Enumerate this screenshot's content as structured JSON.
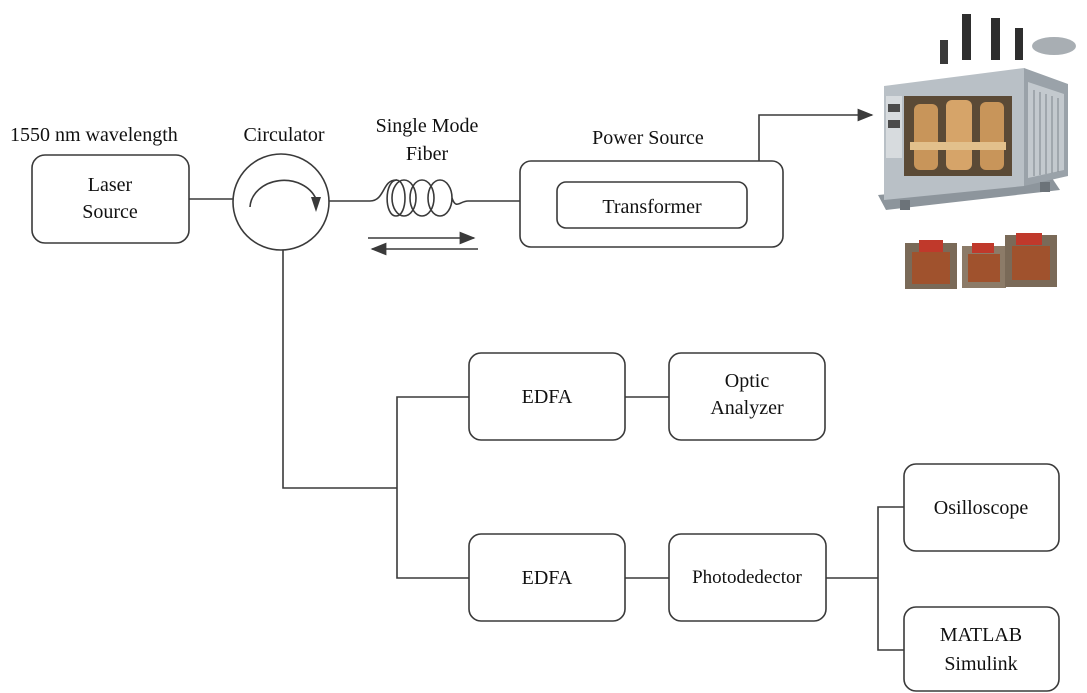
{
  "labels": {
    "wavelength": "1550 nm wavelength",
    "circulator": "Circulator",
    "fiber_line1": "Single Mode",
    "fiber_line2": "Fiber",
    "power_source": "Power Source"
  },
  "blocks": {
    "laser_line1": "Laser",
    "laser_line2": "Source",
    "transformer": "Transformer",
    "edfa_top": "EDFA",
    "optic_line1": "Optic",
    "optic_line2": "Analyzer",
    "edfa_bottom": "EDFA",
    "photodetector": "Photodedector",
    "oscilloscope": "Osilloscope",
    "matlab_line1": "MATLAB",
    "matlab_line2": "Simulink"
  },
  "colors": {
    "line": "#3a3a3a",
    "transformer_body": "#b9c0c6",
    "transformer_core": "#c8955a",
    "coil_red": "#c0392b"
  },
  "icons": {
    "power_transformer": "power-transformer-illustration",
    "small_transformers": "small-transformers-illustration"
  }
}
